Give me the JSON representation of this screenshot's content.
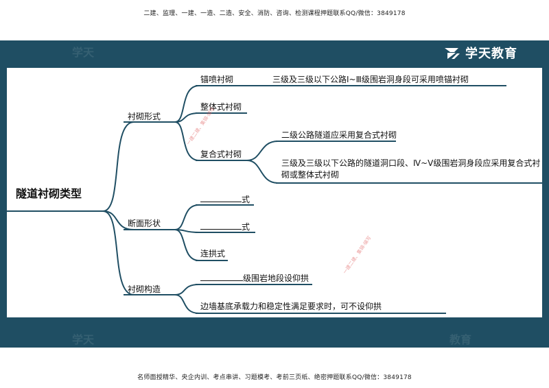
{
  "top_note": "二建、监理、一建、一造、二造、安全、消防、咨询、检测课程押题联系QQ/微信：3849178",
  "bottom_note": "名师面授精华、央企内训、考点串讲、习题模考、考前三页纸、绝密押题联系QQ/微信：3849178",
  "brand": {
    "name": "学天教育"
  },
  "watermarks": [
    "学天",
    "学天",
    "教育"
  ],
  "stamps": [
    "一建二建、集锦·编写",
    "一建二建、集锦·编写"
  ],
  "mindmap": {
    "root": "隧道衬砌类型",
    "branches": [
      {
        "label": "衬砌形式",
        "children": [
          {
            "label": "锚喷衬砌",
            "detail": "三级及三级以下公路Ⅰ~Ⅲ级围岩洞身段可采用喷锚衬砌"
          },
          {
            "label": "整体式衬砌"
          },
          {
            "label": "复合式衬砌",
            "details": [
              "二级公路隧道应采用复合式衬砌",
              "三级及三级以下公路的隧道洞口段、Ⅳ~Ⅴ级围岩洞身段应采用复合式衬砌或整体式衬砌"
            ]
          }
        ]
      },
      {
        "label": "断面形状",
        "children": [
          {
            "suffix": "式"
          },
          {
            "suffix": "式"
          },
          {
            "label": "连拱式"
          }
        ]
      },
      {
        "label": "衬砌构造",
        "children": [
          {
            "suffix": "级围岩地段设仰拱"
          },
          {
            "label": "边墙基底承载力和稳定性满足要求时，可不设仰拱"
          }
        ]
      }
    ]
  },
  "colors": {
    "frame": "#1f4e63",
    "line": "#1f4e63"
  }
}
